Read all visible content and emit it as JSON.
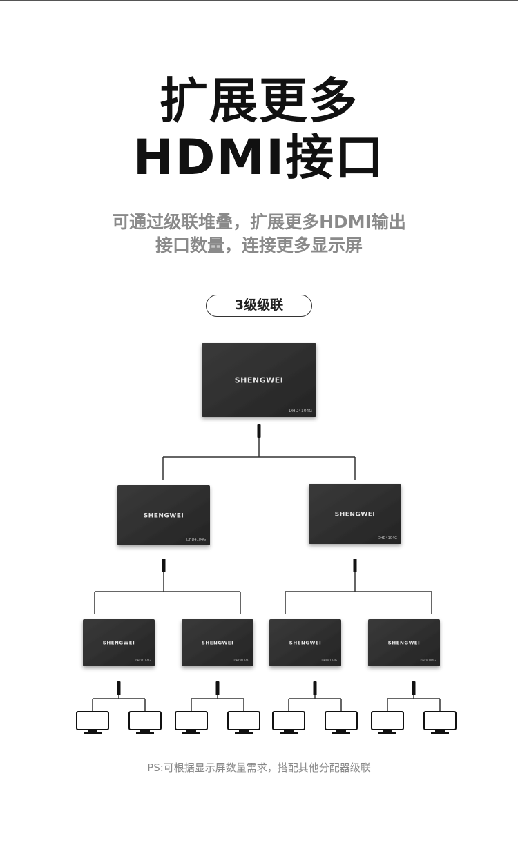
{
  "headline": {
    "line1": "扩展更多",
    "line2": "HDMI接口"
  },
  "subtitle": {
    "line1": "可通过级联堆叠，扩展更多HDMI输出",
    "line2": "接口数量，连接更多显示屏"
  },
  "cascade_badge": "3级级联",
  "device": {
    "brand": "SHENGWEI",
    "model": "DHD4104G"
  },
  "colors": {
    "device_body": "#2d2d2d",
    "line": "#333333",
    "title_text": "#111111",
    "subtitle_text": "#8a8a8a"
  },
  "footnote": "PS:可根据显示屏数量需求，搭配其他分配器级联"
}
